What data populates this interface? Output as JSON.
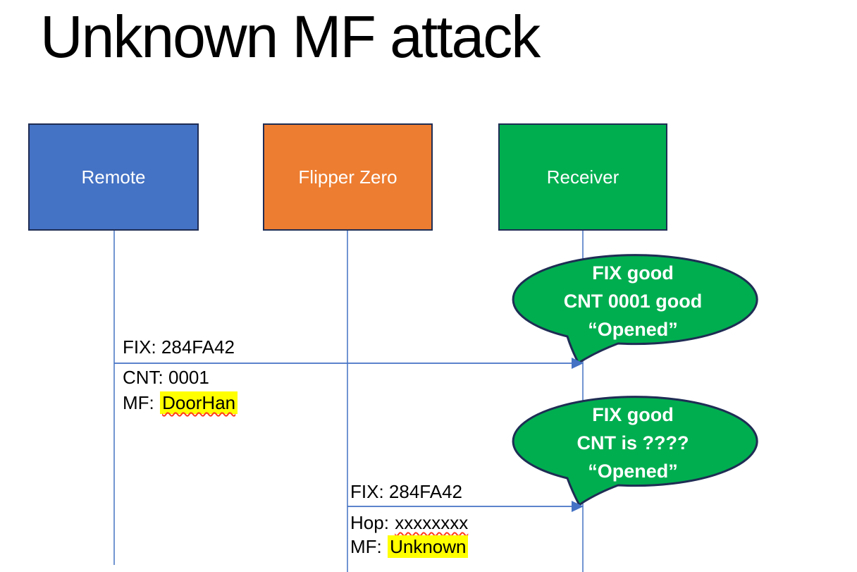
{
  "slide": {
    "title": "Unknown MF attack"
  },
  "actors": [
    {
      "id": "remote",
      "label": "Remote"
    },
    {
      "id": "flipper-zero",
      "label": "Flipper Zero"
    },
    {
      "id": "receiver",
      "label": "Receiver"
    }
  ],
  "messages": [
    {
      "from": "Remote",
      "to": "Receiver",
      "fix": "FIX: 284FA42",
      "cnt": "CNT: 0001",
      "mf_prefix": "MF:",
      "mf_value": "DoorHan"
    },
    {
      "from": "Flipper Zero",
      "to": "Receiver",
      "fix": "FIX: 284FA42",
      "hop_prefix": "Hop:",
      "hop_value": "xxxxxxxx",
      "mf_prefix": "MF:",
      "mf_value": "Unknown"
    }
  ],
  "callouts": [
    {
      "from": "Receiver",
      "lines": [
        "FIX good",
        "CNT 0001 good",
        "“Opened”"
      ]
    },
    {
      "from": "Receiver",
      "lines": [
        "FIX good",
        "CNT is ????",
        "“Opened”"
      ]
    }
  ],
  "colors": {
    "actor_remote_fill": "#4472C4",
    "actor_flipper_fill": "#ED7D31",
    "actor_receiver_fill": "#00AE50",
    "callout_fill": "#00AE50",
    "shape_border": "#1F2D54",
    "connector_blue": "#4472C4",
    "highlight_yellow": "#FFFF00",
    "squiggle_red": "#FF3B1F",
    "title_text": "#000000",
    "label_text": "#000000",
    "box_text": "#FFFFFF"
  }
}
